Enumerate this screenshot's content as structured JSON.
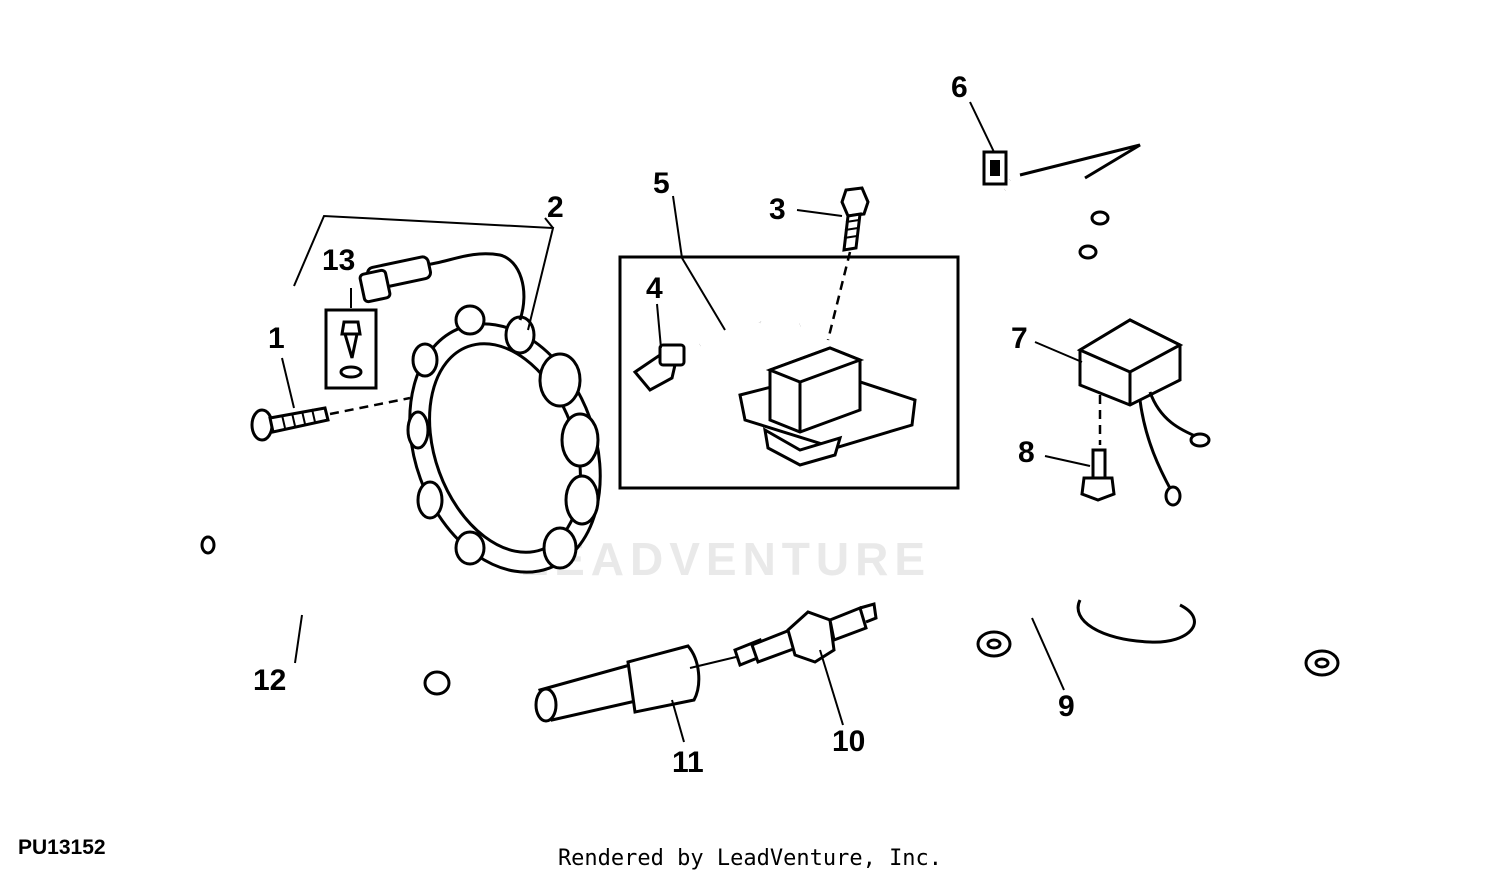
{
  "diagram": {
    "figure_id": "PU13152",
    "footer": "Rendered by LeadVenture, Inc.",
    "watermark": "LEADVENTURE",
    "callouts": {
      "c1": "1",
      "c2": "2",
      "c3": "3",
      "c4": "4",
      "c5": "5",
      "c6": "6",
      "c7": "7",
      "c8": "8",
      "c9": "9",
      "c10": "10",
      "c11": "11",
      "c12": "12",
      "c13": "13"
    }
  }
}
